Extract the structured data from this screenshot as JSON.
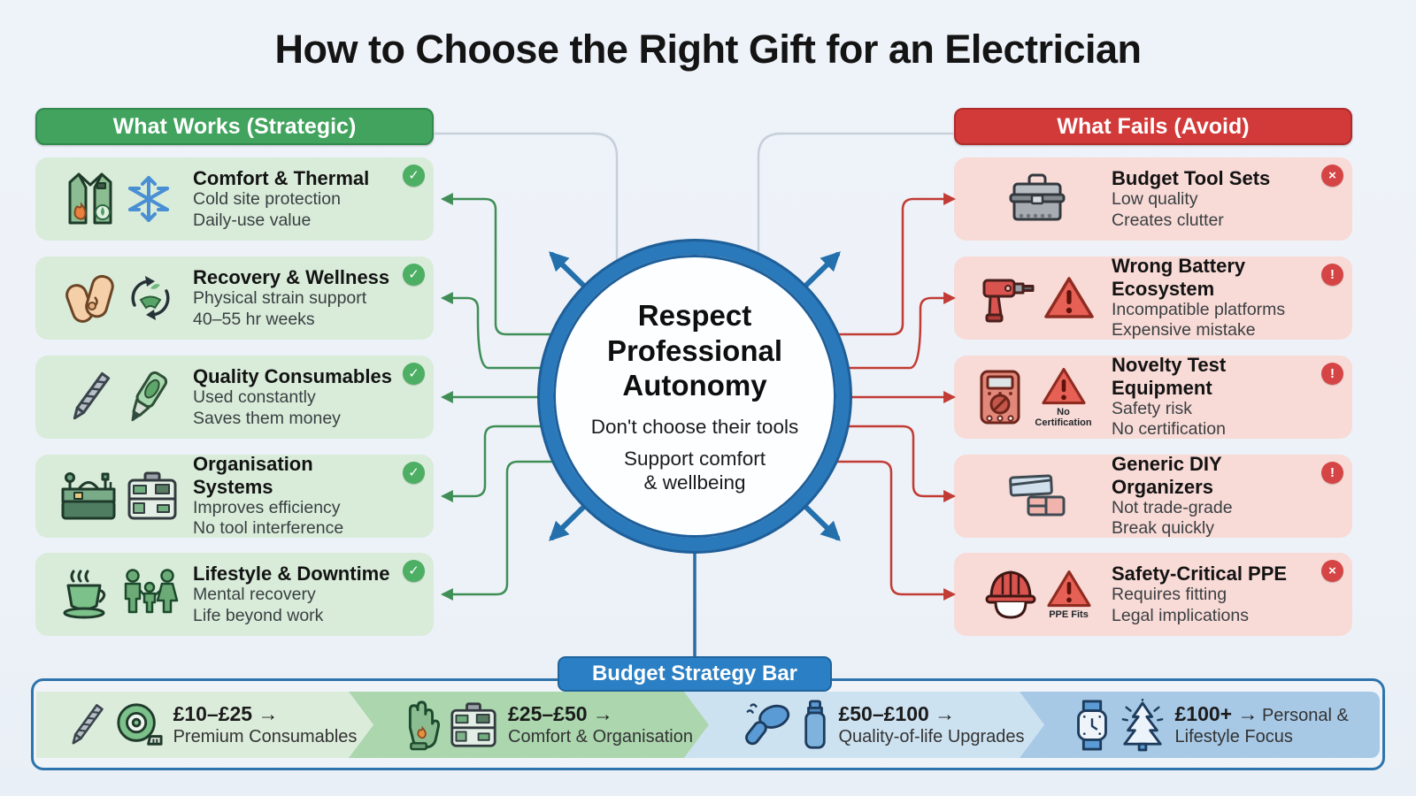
{
  "title": "How to Choose the Right Gift for an Electrician",
  "left_panel": {
    "header": "What Works (Strategic)",
    "badge": "✓",
    "cards": [
      {
        "title": "Comfort & Thermal",
        "line1": "Cold site protection",
        "line2": "Daily-use value",
        "icons": [
          "heated-vest-icon",
          "snowflake-icon"
        ]
      },
      {
        "title": "Recovery & Wellness",
        "line1": "Physical strain support",
        "line2": "40–55 hr weeks",
        "icons": [
          "massage-hands-icon",
          "recovery-cycle-icon"
        ]
      },
      {
        "title": "Quality Consumables",
        "line1": "Used constantly",
        "line2": "Saves them money",
        "icons": [
          "drill-bit-icon",
          "marker-icon"
        ]
      },
      {
        "title": "Organisation Systems",
        "line1": "Improves efficiency",
        "line2": "No tool interference",
        "icons": [
          "toolbox-icon",
          "organizer-case-icon"
        ]
      },
      {
        "title": "Lifestyle & Downtime",
        "line1": "Mental recovery",
        "line2": "Life beyond work",
        "icons": [
          "coffee-cup-icon",
          "family-icon"
        ]
      }
    ]
  },
  "right_panel": {
    "header": "What Fails (Avoid)",
    "cards": [
      {
        "title": "Budget Tool Sets",
        "line1": "Low quality",
        "line2": "Creates clutter",
        "badge": "×",
        "icons": [
          "gray-toolbox-icon"
        ]
      },
      {
        "title": "Wrong Battery Ecosystem",
        "line1": "Incompatible platforms",
        "line2": "Expensive mistake",
        "badge": "!",
        "icons": [
          "power-drill-icon",
          "warning-triangle-icon"
        ]
      },
      {
        "title": "Novelty Test Equipment",
        "line1": "Safety risk",
        "line2": "No certification",
        "badge": "!",
        "icons": [
          "multimeter-icon",
          "warning-triangle-icon"
        ],
        "icon_caption": "No Certification"
      },
      {
        "title": "Generic DIY Organizers",
        "line1": "Not trade-grade",
        "line2": "Break quickly",
        "badge": "!",
        "icons": [
          "plastic-boxes-icon"
        ]
      },
      {
        "title": "Safety-Critical PPE",
        "line1": "Requires fitting",
        "line2": "Legal implications",
        "badge": "×",
        "icons": [
          "hard-hat-icon",
          "warning-triangle-icon"
        ],
        "icon_caption": "PPE Fits"
      }
    ]
  },
  "center": {
    "title": "Respect\nProfessional\nAutonomy",
    "subtitle1": "Don't choose their tools",
    "subtitle2": "Support comfort\n& wellbeing"
  },
  "budget_bar": {
    "title": "Budget Strategy Bar",
    "segments": [
      {
        "range": "£10–£25 →",
        "label": "Premium Consumables",
        "icons": [
          "drill-bit-icon",
          "tape-measure-icon"
        ]
      },
      {
        "range": "£25–£50 →",
        "label": "Comfort & Organisation",
        "icons": [
          "work-glove-icon",
          "organizer-case-icon"
        ]
      },
      {
        "range": "£50–£100 →",
        "label": "Quality-of-life Upgrades",
        "icons": [
          "massage-gun-icon",
          "flask-icon"
        ]
      },
      {
        "range": "£100+ →",
        "label": "Personal & Lifestyle Focus",
        "icons": [
          "smartwatch-icon",
          "christmas-tree-icon"
        ]
      }
    ]
  },
  "colors": {
    "background": "#eef2f9",
    "green_header": "#41a35e",
    "green_card": "#d8ecd9",
    "green_connector": "#3e8e56",
    "red_header": "#d23a3a",
    "red_card": "#f8dad6",
    "red_connector": "#c23b34",
    "hub_ring_blue": "#2a79bb",
    "budget_blue": "#2b7fc4",
    "check_badge": "#4caf63",
    "error_badge": "#d64545"
  }
}
